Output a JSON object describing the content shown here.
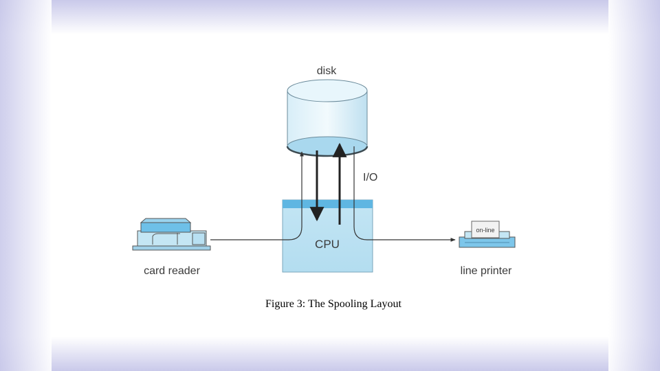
{
  "diagram": {
    "labels": {
      "disk": "disk",
      "io": "I/O",
      "cpu": "CPU",
      "card_reader": "card reader",
      "line_printer": "line printer",
      "printer_tag": "on-line"
    }
  },
  "caption": "Figure 3: The Spooling Layout",
  "colors": {
    "frame": "#d9d9f0",
    "device_fill": "#bfe3f3",
    "device_dark": "#7cc3e6",
    "line": "#333333"
  }
}
